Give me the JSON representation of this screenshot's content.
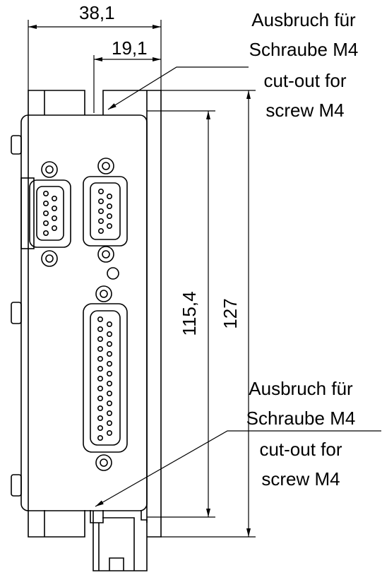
{
  "dimensions": {
    "total_width": "38,1",
    "half_width": "19,1",
    "inner_height": "115,4",
    "total_height": "127"
  },
  "notes": {
    "top": {
      "line1": "Ausbruch für",
      "line2": "Schraube M4",
      "line3": "cut-out for",
      "line4": "screw M4"
    },
    "bottom": {
      "line1": "Ausbruch für",
      "line2": "Schraube M4",
      "line3": "cut-out for",
      "line4": "screw M4"
    }
  }
}
